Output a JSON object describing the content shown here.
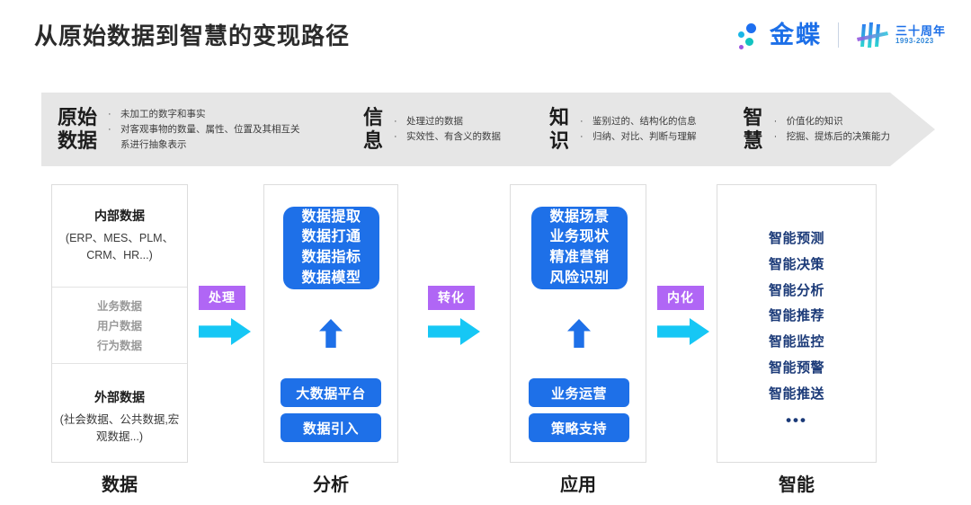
{
  "header": {
    "title": "从原始数据到智慧的变现路径",
    "brand": {
      "name": "金蝶",
      "anniversary_cn": "三十周年",
      "anniversary_years": "1993-2023"
    }
  },
  "banner": {
    "stages": [
      {
        "name": "原始\n数据",
        "bullets": [
          "未加工的数字和事实",
          "对客观事物的数量、属性、位置及其相互关系进行抽象表示"
        ]
      },
      {
        "name": "信\n息",
        "bullets": [
          "处理过的数据",
          "实效性、有含义的数据"
        ]
      },
      {
        "name": "知\n识",
        "bullets": [
          "鉴别过的、结构化的信息",
          "归纳、对比、判断与理解"
        ]
      },
      {
        "name": "智\n慧",
        "bullets": [
          "价值化的知识",
          "挖掘、提炼后的决策能力"
        ]
      }
    ],
    "bullet_marker": "·"
  },
  "columns": [
    {
      "caption": "数据",
      "sections": {
        "internal": {
          "title": "内部数据",
          "subtitle": "(ERP、MES、PLM、CRM、HR...)"
        },
        "middle_items": [
          "业务数据",
          "用户数据",
          "行为数据"
        ],
        "external": {
          "title": "外部数据",
          "subtitle": "(社会数据、公共数据,宏观数据...)"
        }
      }
    },
    {
      "caption": "分析",
      "main_box": "数据提取\n数据打通\n数据指标\n数据模型",
      "pills": [
        "大数据平台",
        "数据引入"
      ]
    },
    {
      "caption": "应用",
      "main_box": "数据场景\n业务现状\n精准营销\n风险识别",
      "pills": [
        "业务运营",
        "策略支持"
      ]
    },
    {
      "caption": "智能",
      "items": [
        "智能预测",
        "智能决策",
        "智能分析",
        "智能推荐",
        "智能监控",
        "智能预警",
        "智能推送"
      ],
      "ellipsis": "•••"
    }
  ],
  "connectors": [
    {
      "label": "处理"
    },
    {
      "label": "转化"
    },
    {
      "label": "内化"
    }
  ],
  "colors": {
    "brand_blue": "#1c6fe8",
    "box_blue": "#1e70e8",
    "connector_purple": "#b066f5",
    "connector_cyan": "#16c7f5",
    "intel_navy": "#1b3a78",
    "banner_gray": "#e6e6e6"
  }
}
